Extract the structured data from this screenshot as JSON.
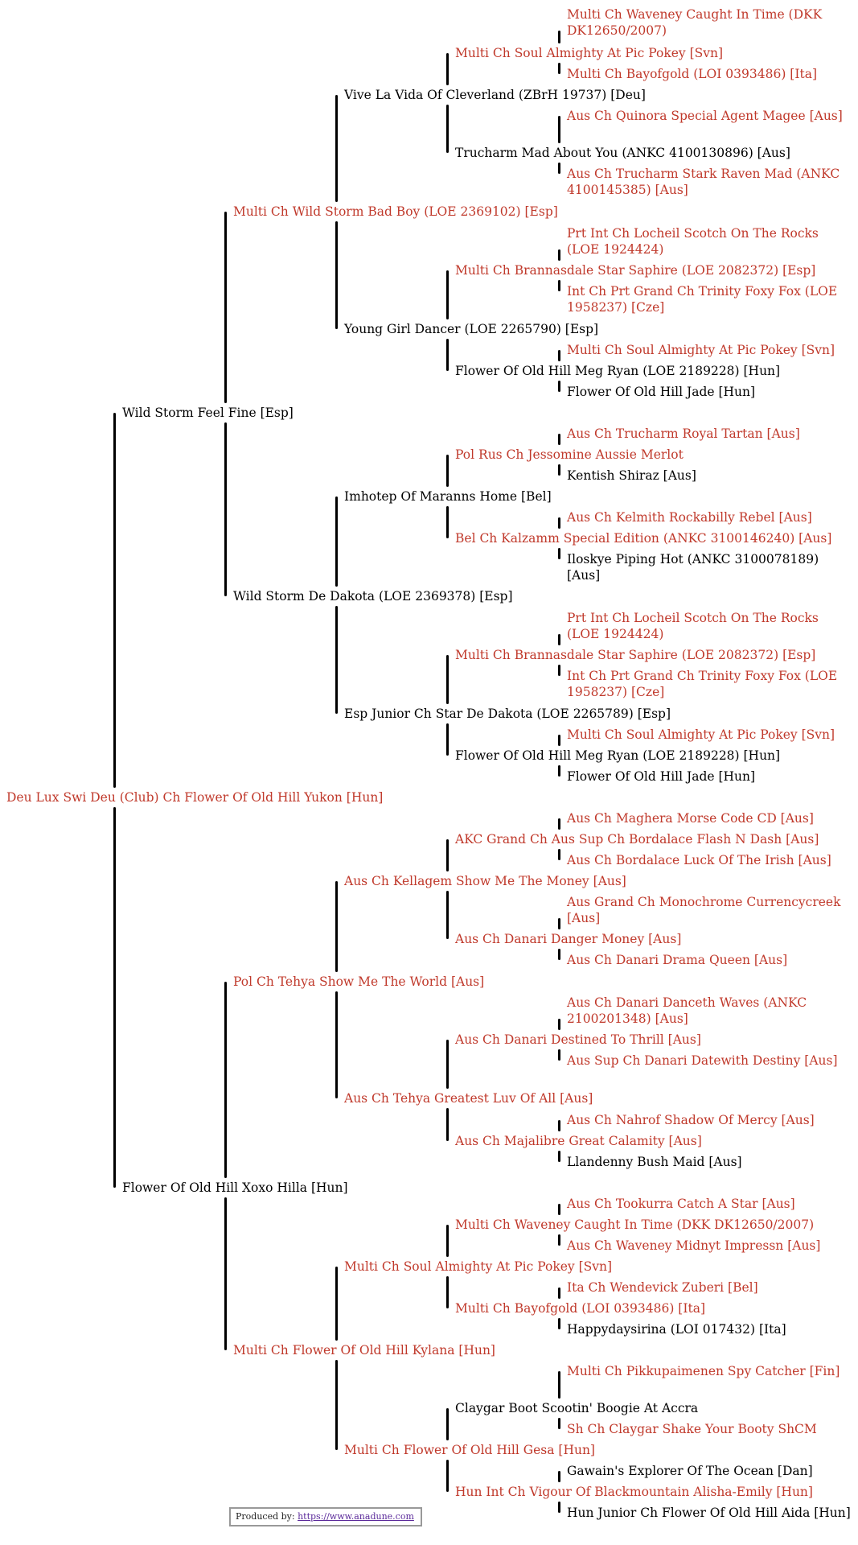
{
  "colors": {
    "titled": "#c0392b",
    "untitled": "#000000"
  },
  "generations": [
    [
      {
        "name": "Deu Lux Swi Deu (Club) Ch Flower Of Old Hill Yukon [Hun]",
        "red": true
      }
    ],
    [
      {
        "name": "Wild Storm Feel Fine [Esp]",
        "red": false
      },
      {
        "name": "Flower Of Old Hill Xoxo Hilla [Hun]",
        "red": false
      }
    ],
    [
      {
        "name": "Multi Ch Wild Storm Bad Boy (LOE 2369102) [Esp]",
        "red": true
      },
      {
        "name": "Wild Storm De Dakota (LOE 2369378) [Esp]",
        "red": false
      },
      {
        "name": "Pol Ch Tehya Show Me The World [Aus]",
        "red": true
      },
      {
        "name": "Multi Ch Flower Of Old Hill Kylana [Hun]",
        "red": true
      }
    ],
    [
      {
        "name": "Vive La Vida Of Cleverland (ZBrH 19737) [Deu]",
        "red": false
      },
      {
        "name": "Young Girl Dancer (LOE 2265790) [Esp]",
        "red": false
      },
      {
        "name": "Imhotep Of Maranns Home [Bel]",
        "red": false
      },
      {
        "name": "Esp Junior Ch Star De Dakota (LOE 2265789) [Esp]",
        "red": false
      },
      {
        "name": "Aus Ch Kellagem Show Me The Money [Aus]",
        "red": true
      },
      {
        "name": "Aus Ch Tehya Greatest Luv Of All [Aus]",
        "red": true
      },
      {
        "name": "Multi Ch Soul Almighty At Pic Pokey [Svn]",
        "red": true
      },
      {
        "name": "Multi Ch Flower Of Old Hill Gesa [Hun]",
        "red": true
      }
    ],
    [
      {
        "name": "Multi Ch Soul Almighty At Pic Pokey [Svn]",
        "red": true
      },
      {
        "name": "Trucharm Mad About You (ANKC 4100130896) [Aus]",
        "red": false
      },
      {
        "name": "Multi Ch Brannasdale Star Saphire (LOE 2082372) [Esp]",
        "red": true
      },
      {
        "name": "Flower Of Old Hill Meg Ryan (LOE 2189228) [Hun]",
        "red": false
      },
      {
        "name": "Pol Rus Ch Jessomine Aussie Merlot",
        "red": true
      },
      {
        "name": "Bel Ch Kalzamm Special Edition (ANKC 3100146240) [Aus]",
        "red": true
      },
      {
        "name": "Multi Ch Brannasdale Star Saphire (LOE 2082372) [Esp]",
        "red": true
      },
      {
        "name": "Flower Of Old Hill Meg Ryan (LOE 2189228) [Hun]",
        "red": false
      },
      {
        "name": "AKC Grand Ch Aus Sup Ch Bordalace Flash N Dash [Aus]",
        "red": true
      },
      {
        "name": "Aus Ch Danari Danger Money [Aus]",
        "red": true
      },
      {
        "name": "Aus Ch Danari Destined To Thrill [Aus]",
        "red": true
      },
      {
        "name": "Aus Ch Majalibre Great Calamity [Aus]",
        "red": true
      },
      {
        "name": "Multi Ch Waveney Caught In Time (DKK DK12650/2007)",
        "red": true
      },
      {
        "name": "Multi Ch Bayofgold (LOI 0393486) [Ita]",
        "red": true
      },
      {
        "name": "Claygar Boot Scootin' Boogie At Accra",
        "red": false
      },
      {
        "name": "Hun Int Ch Vigour Of Blackmountain Alisha-Emily [Hun]",
        "red": true
      }
    ],
    [
      {
        "name": "Multi Ch Waveney Caught In Time (DKK DK12650/2007)",
        "red": true
      },
      {
        "name": "Multi Ch Bayofgold (LOI 0393486) [Ita]",
        "red": true
      },
      {
        "name": "Aus Ch Quinora Special Agent Magee [Aus]",
        "red": true
      },
      {
        "name": "Aus Ch Trucharm Stark Raven Mad (ANKC 4100145385) [Aus]",
        "red": true
      },
      {
        "name": "Prt Int Ch Locheil Scotch On The Rocks (LOE 1924424)",
        "red": true
      },
      {
        "name": "Int Ch Prt Grand Ch Trinity Foxy Fox (LOE 1958237) [Cze]",
        "red": true
      },
      {
        "name": "Multi Ch Soul Almighty At Pic Pokey [Svn]",
        "red": true
      },
      {
        "name": "Flower Of Old Hill Jade [Hun]",
        "red": false
      },
      {
        "name": "Aus Ch Trucharm Royal Tartan [Aus]",
        "red": true
      },
      {
        "name": "Kentish Shiraz [Aus]",
        "red": false
      },
      {
        "name": "Aus Ch Kelmith Rockabilly Rebel [Aus]",
        "red": true
      },
      {
        "name": "Iloskye Piping Hot (ANKC 3100078189) [Aus]",
        "red": false
      },
      {
        "name": "Prt Int Ch Locheil Scotch On The Rocks (LOE 1924424)",
        "red": true
      },
      {
        "name": "Int Ch Prt Grand Ch Trinity Foxy Fox (LOE 1958237) [Cze]",
        "red": true
      },
      {
        "name": "Multi Ch Soul Almighty At Pic Pokey [Svn]",
        "red": true
      },
      {
        "name": "Flower Of Old Hill Jade [Hun]",
        "red": false
      },
      {
        "name": "Aus Ch Maghera Morse Code CD [Aus]",
        "red": true
      },
      {
        "name": "Aus Ch Bordalace Luck Of The Irish [Aus]",
        "red": true
      },
      {
        "name": "Aus Grand Ch Monochrome Currencycreek [Aus]",
        "red": true
      },
      {
        "name": "Aus Ch Danari Drama Queen [Aus]",
        "red": true
      },
      {
        "name": "Aus Ch Danari Danceth Waves (ANKC 2100201348) [Aus]",
        "red": true
      },
      {
        "name": "Aus Sup Ch Danari Datewith Destiny [Aus]",
        "red": true
      },
      {
        "name": "Aus Ch Nahrof Shadow Of Mercy [Aus]",
        "red": true
      },
      {
        "name": "Llandenny Bush Maid [Aus]",
        "red": false
      },
      {
        "name": "Aus Ch Tookurra Catch A Star [Aus]",
        "red": true
      },
      {
        "name": "Aus Ch Waveney Midnyt Impressn [Aus]",
        "red": true
      },
      {
        "name": "Ita Ch Wendevick Zuberi [Bel]",
        "red": true
      },
      {
        "name": "Happydaysirina (LOI 017432) [Ita]",
        "red": false
      },
      {
        "name": "Multi Ch Pikkupaimenen Spy Catcher [Fin]",
        "red": true
      },
      {
        "name": "Sh Ch Claygar Shake Your Booty ShCM",
        "red": true
      },
      {
        "name": "Gawain's Explorer Of The Ocean [Dan]",
        "red": false
      },
      {
        "name": "Hun Junior Ch Flower Of Old Hill Aida [Hun]",
        "red": false
      }
    ]
  ],
  "footer": {
    "label": "Produced by: ",
    "link": "https://www.anadune.com"
  }
}
